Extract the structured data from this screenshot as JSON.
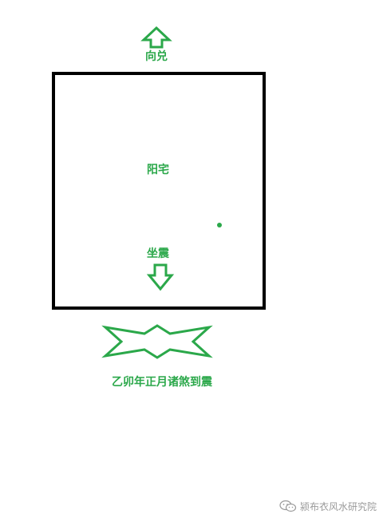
{
  "colors": {
    "accent": "#2ba84a",
    "outline": "#000000",
    "watermark": "#9a9a9a"
  },
  "labels": {
    "north": "向兑",
    "house": "阳宅",
    "sit": "坐震",
    "sha": "乙卯年正月诸煞到震"
  },
  "icons": {
    "up_arrow": "up-arrow-icon",
    "down_arrow": "down-arrow-icon",
    "star": "six-point-star-icon",
    "dot": "dot-icon",
    "watermark": "wechat-icon"
  },
  "watermark": {
    "text": "颍布衣风水研究院"
  }
}
